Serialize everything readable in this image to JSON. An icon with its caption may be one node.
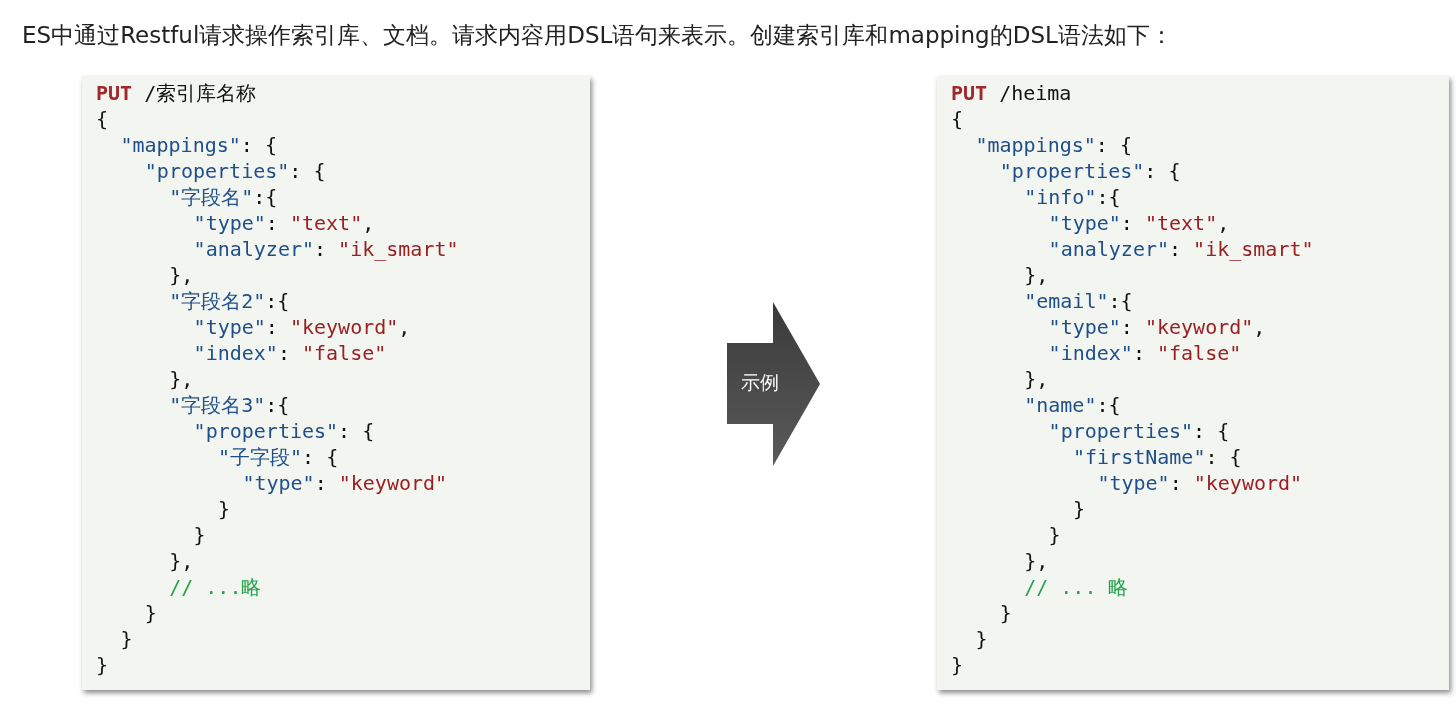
{
  "diagram": {
    "title": "ES中通过Restful请求操作索引库、文档。请求内容用DSL语句来表示。创建索引库和mapping的DSL语法如下：",
    "nodes": [
      {
        "text": [
          "PUT /索引库名称",
          "{",
          "\"mappings\": {",
          "\"properties\": {",
          "\"字段名\":{",
          "\"type\": \"text\",",
          "\"analyzer\": \"ik_smart\"",
          "},",
          "\"字段名2\":{",
          "\"type\": \"keyword\",",
          "\"index\": \"false\"",
          "},",
          "\"字段名3\":{",
          "\"properties\": {",
          "\"子字段\": {",
          "\"type\": \"keyword\"",
          "}",
          "}",
          "},",
          "// ...略",
          "}",
          "}",
          "}"
        ]
      },
      {
        "text": [
          "示例"
        ]
      },
      {
        "text": [
          "PUT /heima",
          "{",
          "\"mappings\": {",
          "\"properties\": {",
          "\"info\":{",
          "\"type\": \"text\",",
          "\"analyzer\": \"ik_smart\"",
          "},",
          "\"email\":{",
          "\"type\": \"keyword\",",
          "\"index\": \"false\"",
          "},",
          "\"name\":{",
          "\"properties\": {",
          "\"firstName\": {",
          "\"type\": \"keyword\"",
          "}",
          "}",
          "},",
          "// ... 略",
          "}",
          "}",
          "}"
        ]
      }
    ]
  }
}
